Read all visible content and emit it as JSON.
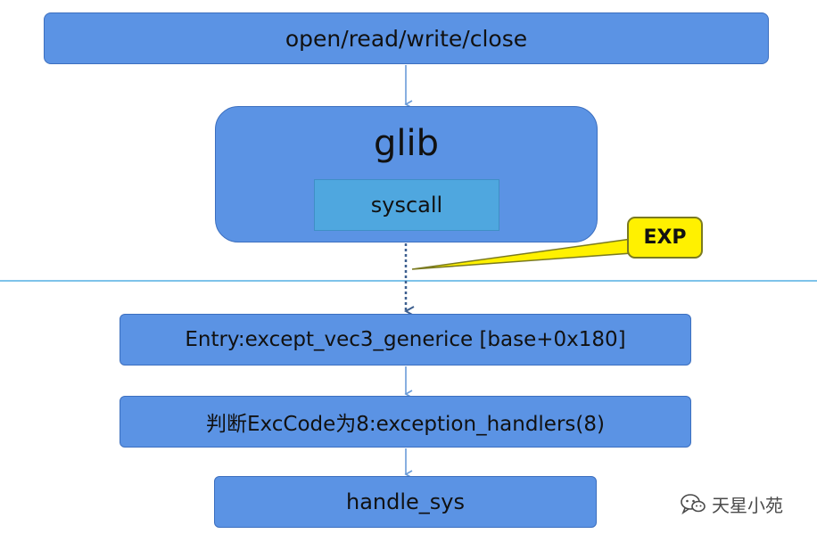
{
  "colors": {
    "box_fill": "#5b93e4",
    "syscall_fill": "#4fa7df",
    "arrow": "#6a9bd8",
    "divider": "#7ec3ea",
    "callout": "#fff100"
  },
  "nodes": {
    "top": "open/read/write/close",
    "glib": "glib",
    "syscall": "syscall",
    "entry": "Entry:except_vec3_generice [base+0x180]",
    "judge": "判断ExcCode为8:exception_handlers(8)",
    "handle": "handle_sys"
  },
  "callout": "EXP",
  "watermark": {
    "icon": "wechat-icon",
    "text": "天星小苑"
  }
}
